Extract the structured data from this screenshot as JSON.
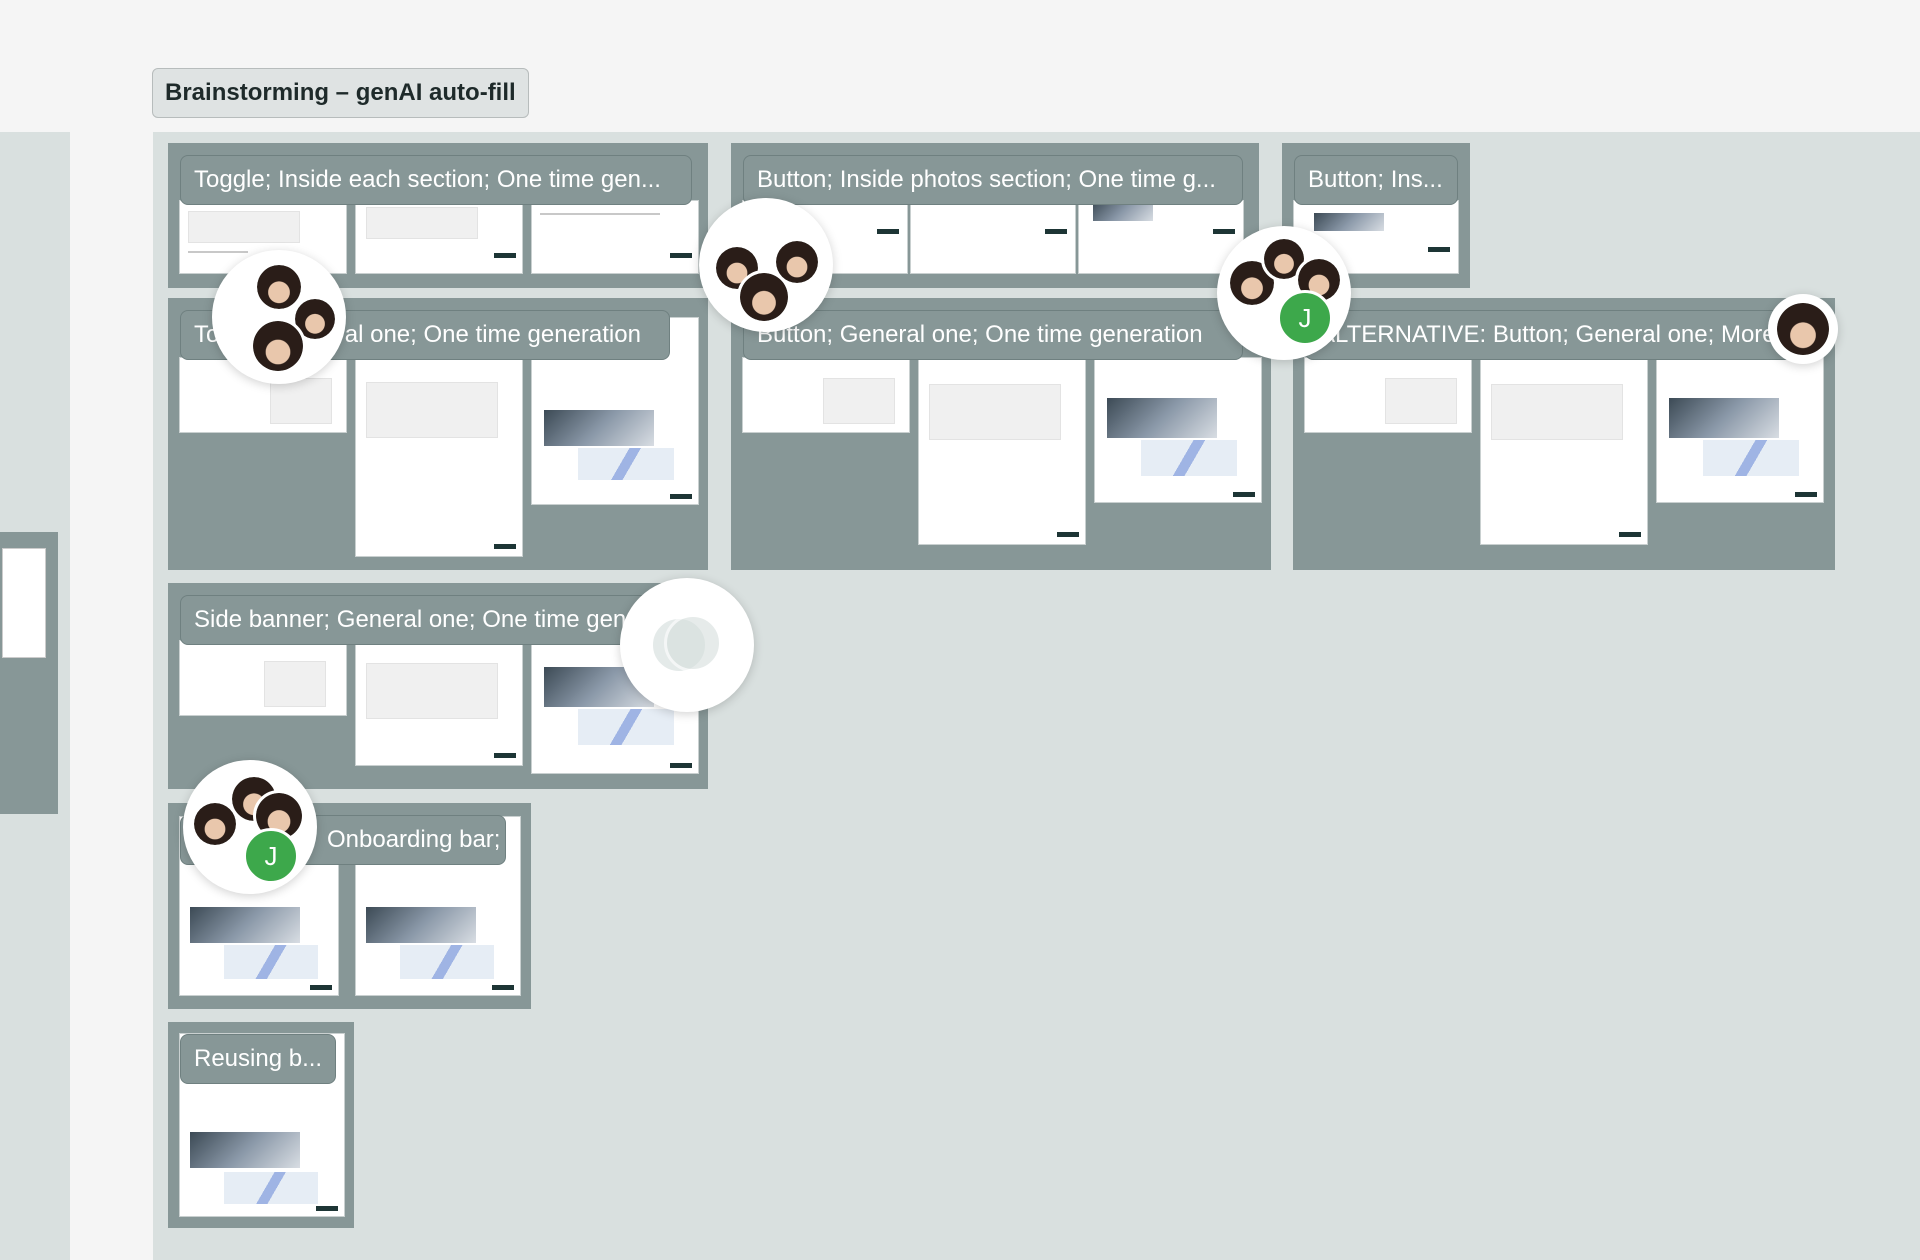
{
  "board_title": "Brainstorming – genAI auto-fill",
  "sections": [
    {
      "label": "Toggle; Inside each section; One time gen..."
    },
    {
      "label": "Button; Inside photos section; One time g..."
    },
    {
      "label": "Button; Ins..."
    },
    {
      "label": "Toggle; General one; One time generation"
    },
    {
      "label": "Button; General one; One time generation"
    },
    {
      "label": "ALTERNATIVE: Button; General one; More"
    },
    {
      "label": "Side banner; General one; One time gen..."
    },
    {
      "label": "Onboarding bar; ..."
    },
    {
      "label": "Reusing b..."
    }
  ],
  "user_initial": "J",
  "colors": {
    "canvas": "#d9e0df",
    "section": "#879797",
    "avatar_green": "#3da84b",
    "page_background": "#f5f5f5"
  }
}
